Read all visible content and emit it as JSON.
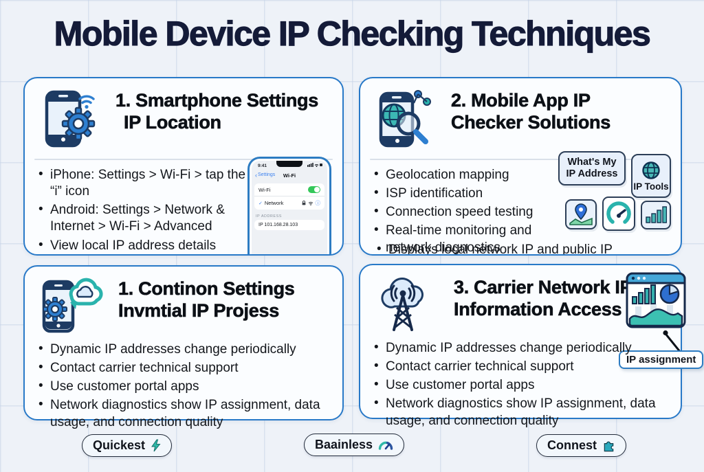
{
  "page": {
    "title": "Mobile Device IP Checking Techniques"
  },
  "cards": [
    {
      "title_lines": [
        "1. Smartphone Settings",
        "IP Location"
      ],
      "bullets": [
        "iPhone: Settings > Wi-Fi > tap the “i” icon",
        "Android: Settings > Network & Internet > Wi-Fi > Advanced",
        "View local IP address details"
      ],
      "phone_mockup": {
        "status_time": "9:41",
        "back_label": "Settings",
        "nav_title": "Wi-Fi",
        "wifi_row_label": "Wi-Fi",
        "network_row_label": "Network",
        "section_label": "IP ADDRESS",
        "ip_value": "IP 101.168.28.103"
      }
    },
    {
      "title_lines": [
        "2. Mobile App IP",
        "Checker Solutions"
      ],
      "bullets": [
        "Geolocation mapping",
        "ISP identification",
        "Connection speed testing",
        "Real-time monitoring and network diagnostics",
        "Displays local network IP and public IP"
      ],
      "whats_my_ip_label": "What's My IP Address",
      "ip_tools_label": "IP Tools"
    },
    {
      "title_lines": [
        "1. Continon Settings",
        "Invmtial IP Projess"
      ],
      "bullets": [
        "Dynamic IP addresses change periodically",
        "Contact carrier technical support",
        "Use customer portal apps",
        "Network diagnostics show IP assignment, data usage, and connection quality"
      ]
    },
    {
      "title_lines": [
        "3. Carrier Network IP",
        "Information Access"
      ],
      "bullets": [
        "Dynamic IP addresses change periodically",
        "Contact carrier technical support",
        "Use customer portal apps",
        "Network diagnostics show IP assignment, data usage, and connection quality"
      ],
      "callout_label": "IP assignment"
    }
  ],
  "footer_badges": [
    {
      "label": "Quickest",
      "icon": "lightning-icon"
    },
    {
      "label": "Baainless",
      "icon": "gauge-icon"
    },
    {
      "label": "Connest",
      "icon": "puzzle-icon"
    }
  ],
  "colors": {
    "card_border": "#2879c8",
    "title_navy": "#141b38",
    "icon_navy": "#1d3b63",
    "icon_blue": "#2e7fd0",
    "icon_teal": "#35b0ae",
    "toggle_green": "#34c759"
  }
}
